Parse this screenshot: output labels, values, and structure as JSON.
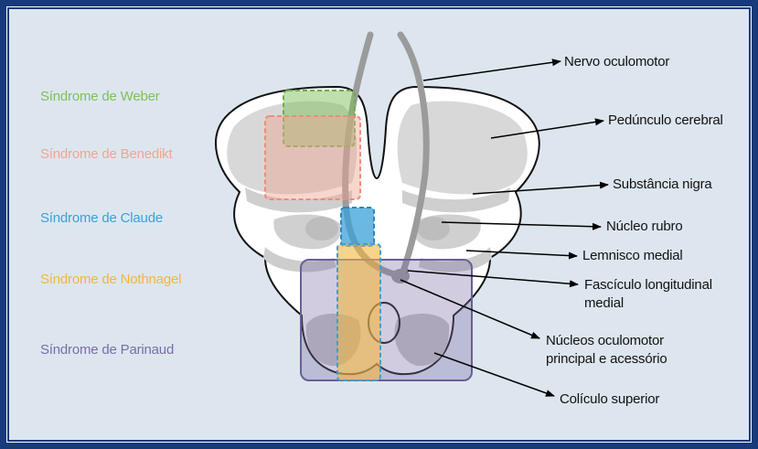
{
  "labels": {
    "nervo_oculomotor": "Nervo oculomotor",
    "peduncle": "Pedúnculo cerebral",
    "nigra": "Substância nigra",
    "rubro": "Núcleo rubro",
    "lemnisco": "Lemnisco medial",
    "fasciculo_line1": "Fascículo longitudinal",
    "fasciculo_line2": "medial",
    "nucleos_line1": "Núcleos oculomotor",
    "nucleos_line2": "principal e acessório",
    "coliculo": "Colículo superior"
  },
  "syndromes": [
    {
      "label": "Síndrome de Weber",
      "color": "#7fbf5a"
    },
    {
      "label": "Síndrome de Benedikt",
      "color": "#f0a592"
    },
    {
      "label": "Síndrome de Claude",
      "color": "#3aa0d8"
    },
    {
      "label": "Síndrome de Nothnagel",
      "color": "#f2b540"
    },
    {
      "label": "Síndrome de Parinaud",
      "color": "#7a6da6"
    }
  ]
}
